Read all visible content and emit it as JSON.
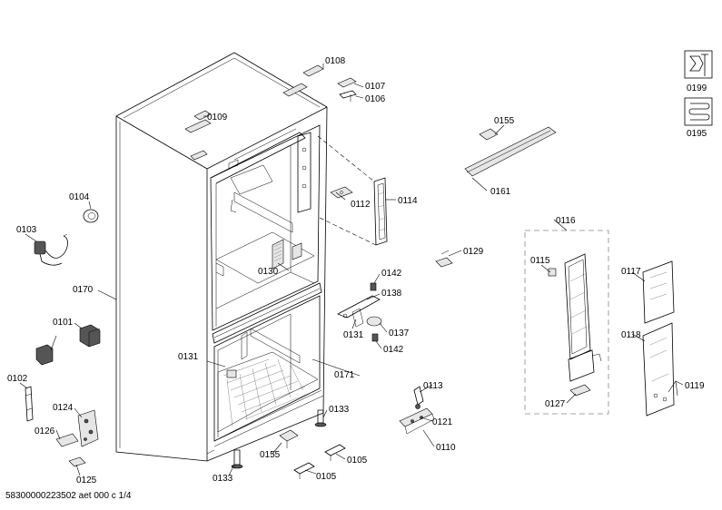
{
  "labels": {
    "l0108": "0108",
    "l0107": "0107",
    "l0106": "0106",
    "l0109": "0109",
    "l0155a": "0155",
    "l0161": "0161",
    "l0104": "0104",
    "l0103": "0103",
    "l0112": "0112",
    "l0114": "0114",
    "l0116": "0116",
    "l0115": "0115",
    "l0117": "0117",
    "l0129": "0129",
    "l0130": "0130",
    "l0142a": "0142",
    "l0138": "0138",
    "l0170": "0170",
    "l0101": "0101",
    "l0131a": "0131",
    "l0137": "0137",
    "l0142b": "0142",
    "l0131b": "0131",
    "l0118": "0118",
    "l0171": "0171",
    "l0102": "0102",
    "l0113": "0113",
    "l0119": "0119",
    "l0124": "0124",
    "l0127": "0127",
    "l0133a": "0133",
    "l0121": "0121",
    "l0126": "0126",
    "l0110": "0110",
    "l0155b": "0155",
    "l0105a": "0105",
    "l0125": "0125",
    "l0133b": "0133",
    "l0105b": "0105",
    "l0199": "0199",
    "l0195": "0195"
  },
  "footer": {
    "text": "58300000223502 aet 000 c 1/4"
  }
}
